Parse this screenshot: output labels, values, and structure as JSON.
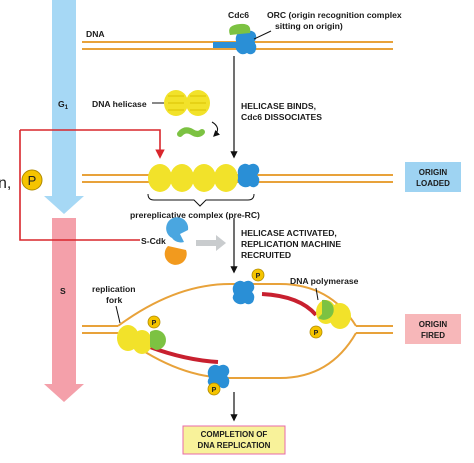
{
  "phases": {
    "g1": "G",
    "g1_sub": "1",
    "s": "S"
  },
  "labels": {
    "dna": "DNA",
    "cdc6": "Cdc6",
    "orc_line1": "ORC (origin recognition complex",
    "orc_line2": "sitting on origin)",
    "dna_helicase": "DNA helicase",
    "step1_line1": "HELICASE BINDS,",
    "step1_line2": "Cdc6 DISSOCIATES",
    "pre_rc": "prereplicative complex (pre-RC)",
    "s_cdk": "S-Cdk",
    "step2_line1": "HELICASE ACTIVATED,",
    "step2_line2": "REPLICATION MACHINE",
    "step2_line3": "RECRUITED",
    "replication_fork_line1": "replication",
    "replication_fork_line2": "fork",
    "dna_polymerase": "DNA polymerase",
    "completion_line1": "COMPLETION OF",
    "completion_line2": "DNA REPLICATION",
    "left_partial": "n,",
    "phospho": "P"
  },
  "badges": {
    "origin_loaded_line1": "ORIGIN",
    "origin_loaded_line2": "LOADED",
    "origin_fired_line1": "ORIGIN",
    "origin_fired_line2": "FIRED"
  },
  "colors": {
    "g1_bar": "#a6d8f5",
    "s_bar": "#f4a0aa",
    "dna_strand": "#e8a23a",
    "orc": "#2a8fd6",
    "helicase": "#f2e22a",
    "cdc6": "#7cc242",
    "new_strand": "#c8202f",
    "phospho": "#f5c400",
    "s_cdk_blue": "#4aa6e0",
    "s_cdk_orange": "#f29a1e",
    "loaded_badge": "#9ed3f2",
    "fired_badge": "#f7b7b9",
    "completion_bg": "#f8f29a",
    "completion_border": "#e86aa8",
    "red_line": "#d9262c"
  }
}
